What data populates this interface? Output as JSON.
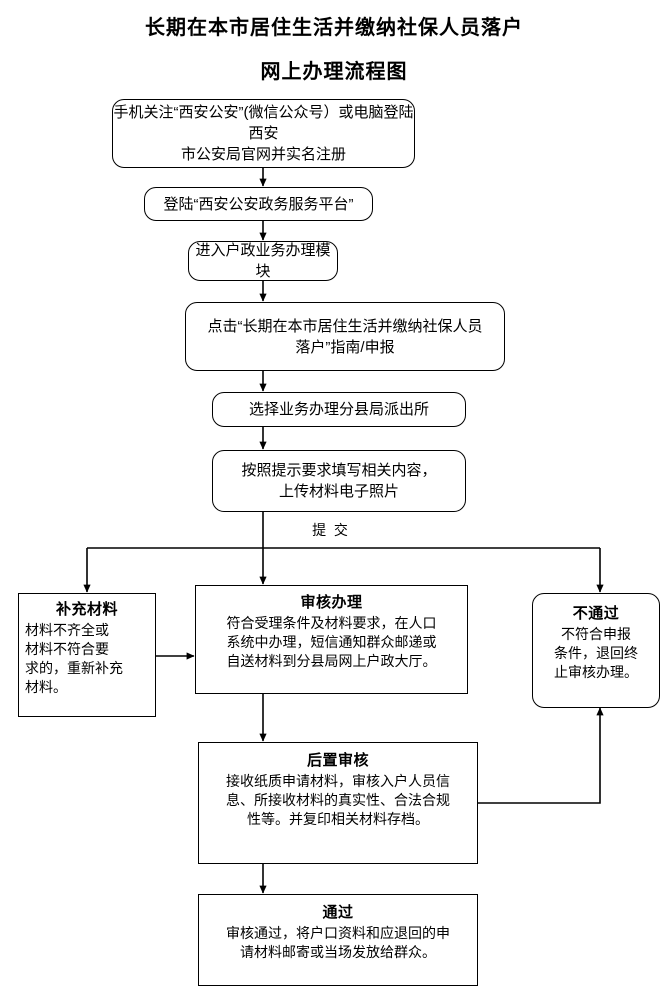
{
  "document": {
    "title_line_1": "长期在本市居住生活并缴纳社保人员落户",
    "title_line_2": "网上办理流程图"
  },
  "chart_data": {
    "type": "diagram",
    "diagram_kind": "flowchart",
    "title": "长期在本市居住生活并缴纳社保人员落户 网上办理流程图",
    "orientation": "top-to-bottom",
    "nodes": [
      {
        "id": "n1",
        "shape": "rounded-rect",
        "text": "手机关注“西安公安”(微信公众号）或电脑登陆西安\n市公安局官网并实名注册"
      },
      {
        "id": "n2",
        "shape": "rounded-rect",
        "text": "登陆“西安公安政务服务平台”"
      },
      {
        "id": "n3",
        "shape": "rounded-rect",
        "text": "进入户政业务办理模块"
      },
      {
        "id": "n4",
        "shape": "rounded-rect",
        "text": "点击“长期在本市居住生活并缴纳社保人员\n落户”指南/申报"
      },
      {
        "id": "n5",
        "shape": "rounded-rect",
        "text": "选择业务办理分县局派出所"
      },
      {
        "id": "n6",
        "shape": "rounded-rect",
        "text": "按照提示要求填写相关内容，\n上传材料电子照片"
      },
      {
        "id": "n7",
        "shape": "rect",
        "heading": "补充材料",
        "text": "材料不齐全或\n材料不符合要\n求的，重新补充\n材料。"
      },
      {
        "id": "n8",
        "shape": "rect",
        "heading": "审核办理",
        "text": "符合受理条件及材料要求，在人口\n系统中办理，短信通知群众邮递或\n自送材料到分县局网上户政大厅。"
      },
      {
        "id": "n9",
        "shape": "rounded-rect",
        "heading": "不通过",
        "text": "不符合申报\n条件，退回终\n止审核办理。"
      },
      {
        "id": "n10",
        "shape": "rect",
        "heading": "后置审核",
        "text": "接收纸质申请材料，审核入户人员信\n息、所接收材料的真实性、合法合规\n性等。并复印相关材料存档。"
      },
      {
        "id": "n11",
        "shape": "rect",
        "heading": "通过",
        "text": "审核通过，将户口资料和应退回的申\n请材料邮寄或当场发放给群众。"
      }
    ],
    "edges": [
      {
        "from": "n1",
        "to": "n2",
        "label": ""
      },
      {
        "from": "n2",
        "to": "n3",
        "label": ""
      },
      {
        "from": "n3",
        "to": "n4",
        "label": ""
      },
      {
        "from": "n4",
        "to": "n5",
        "label": ""
      },
      {
        "from": "n5",
        "to": "n6",
        "label": ""
      },
      {
        "from": "n6",
        "to": "n7",
        "label": "提  交"
      },
      {
        "from": "n6",
        "to": "n8",
        "label": "提  交"
      },
      {
        "from": "n6",
        "to": "n9",
        "label": "提  交"
      },
      {
        "from": "n7",
        "to": "n8",
        "label": ""
      },
      {
        "from": "n8",
        "to": "n10",
        "label": ""
      },
      {
        "from": "n10",
        "to": "n9",
        "label": ""
      },
      {
        "from": "n10",
        "to": "n11",
        "label": ""
      }
    ],
    "labels": {
      "submit": "提  交"
    },
    "colors": {
      "background": "#ffffff",
      "stroke": "#000000",
      "text": "#000000"
    }
  }
}
